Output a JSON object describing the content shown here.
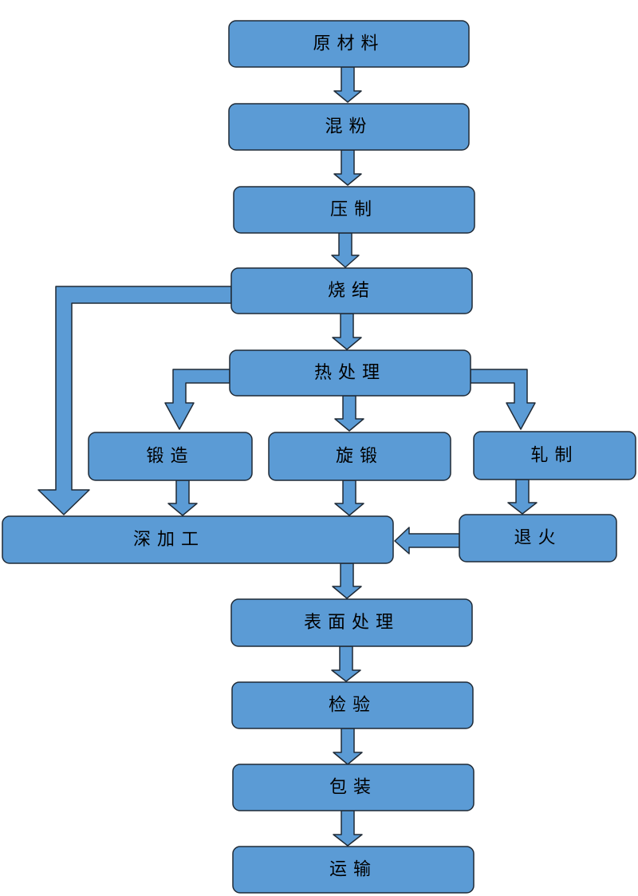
{
  "colors": {
    "fill": "#5b9bd5",
    "stroke": "#1f2a36",
    "text": "#000000"
  },
  "nodes": {
    "raw_material": "原材料",
    "mixing": "混粉",
    "pressing": "压制",
    "sintering": "烧结",
    "heat_treatment": "热处理",
    "forging": "锻造",
    "rotary_swaging": "旋锻",
    "rolling": "轧制",
    "deep_processing": "深加工",
    "annealing": "退火",
    "surface_treatment": "表面处理",
    "inspection": "检验",
    "packaging": "包装",
    "transport": "运输"
  }
}
